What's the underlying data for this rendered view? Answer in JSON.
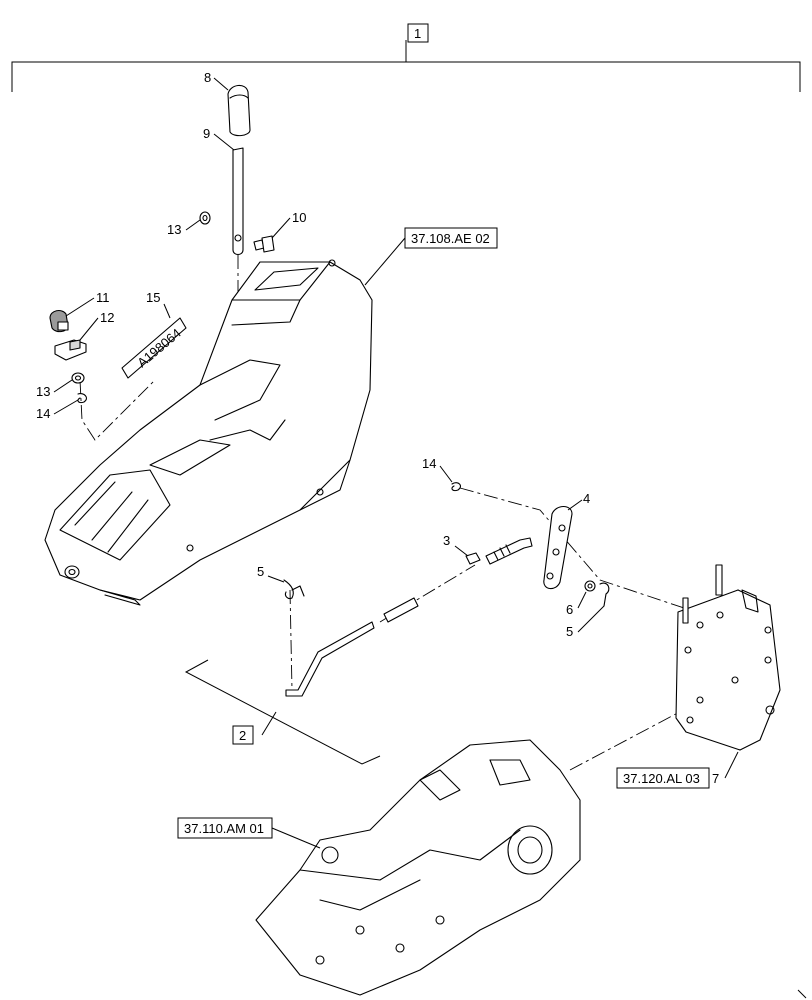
{
  "callouts": {
    "c1": "1",
    "c2": "2",
    "c3": "3",
    "c4": "4",
    "c5a": "5",
    "c5b": "5",
    "c6": "6",
    "c7": "7",
    "c8": "8",
    "c9": "9",
    "c10": "10",
    "c11": "11",
    "c12": "12",
    "c13a": "13",
    "c13b": "13",
    "c14a": "14",
    "c14b": "14",
    "c15": "15"
  },
  "references": {
    "console": "37.108.AE 02",
    "valve": "37.120.AL 03",
    "housing": "37.110.AM 01"
  },
  "decal_text": "A198064"
}
